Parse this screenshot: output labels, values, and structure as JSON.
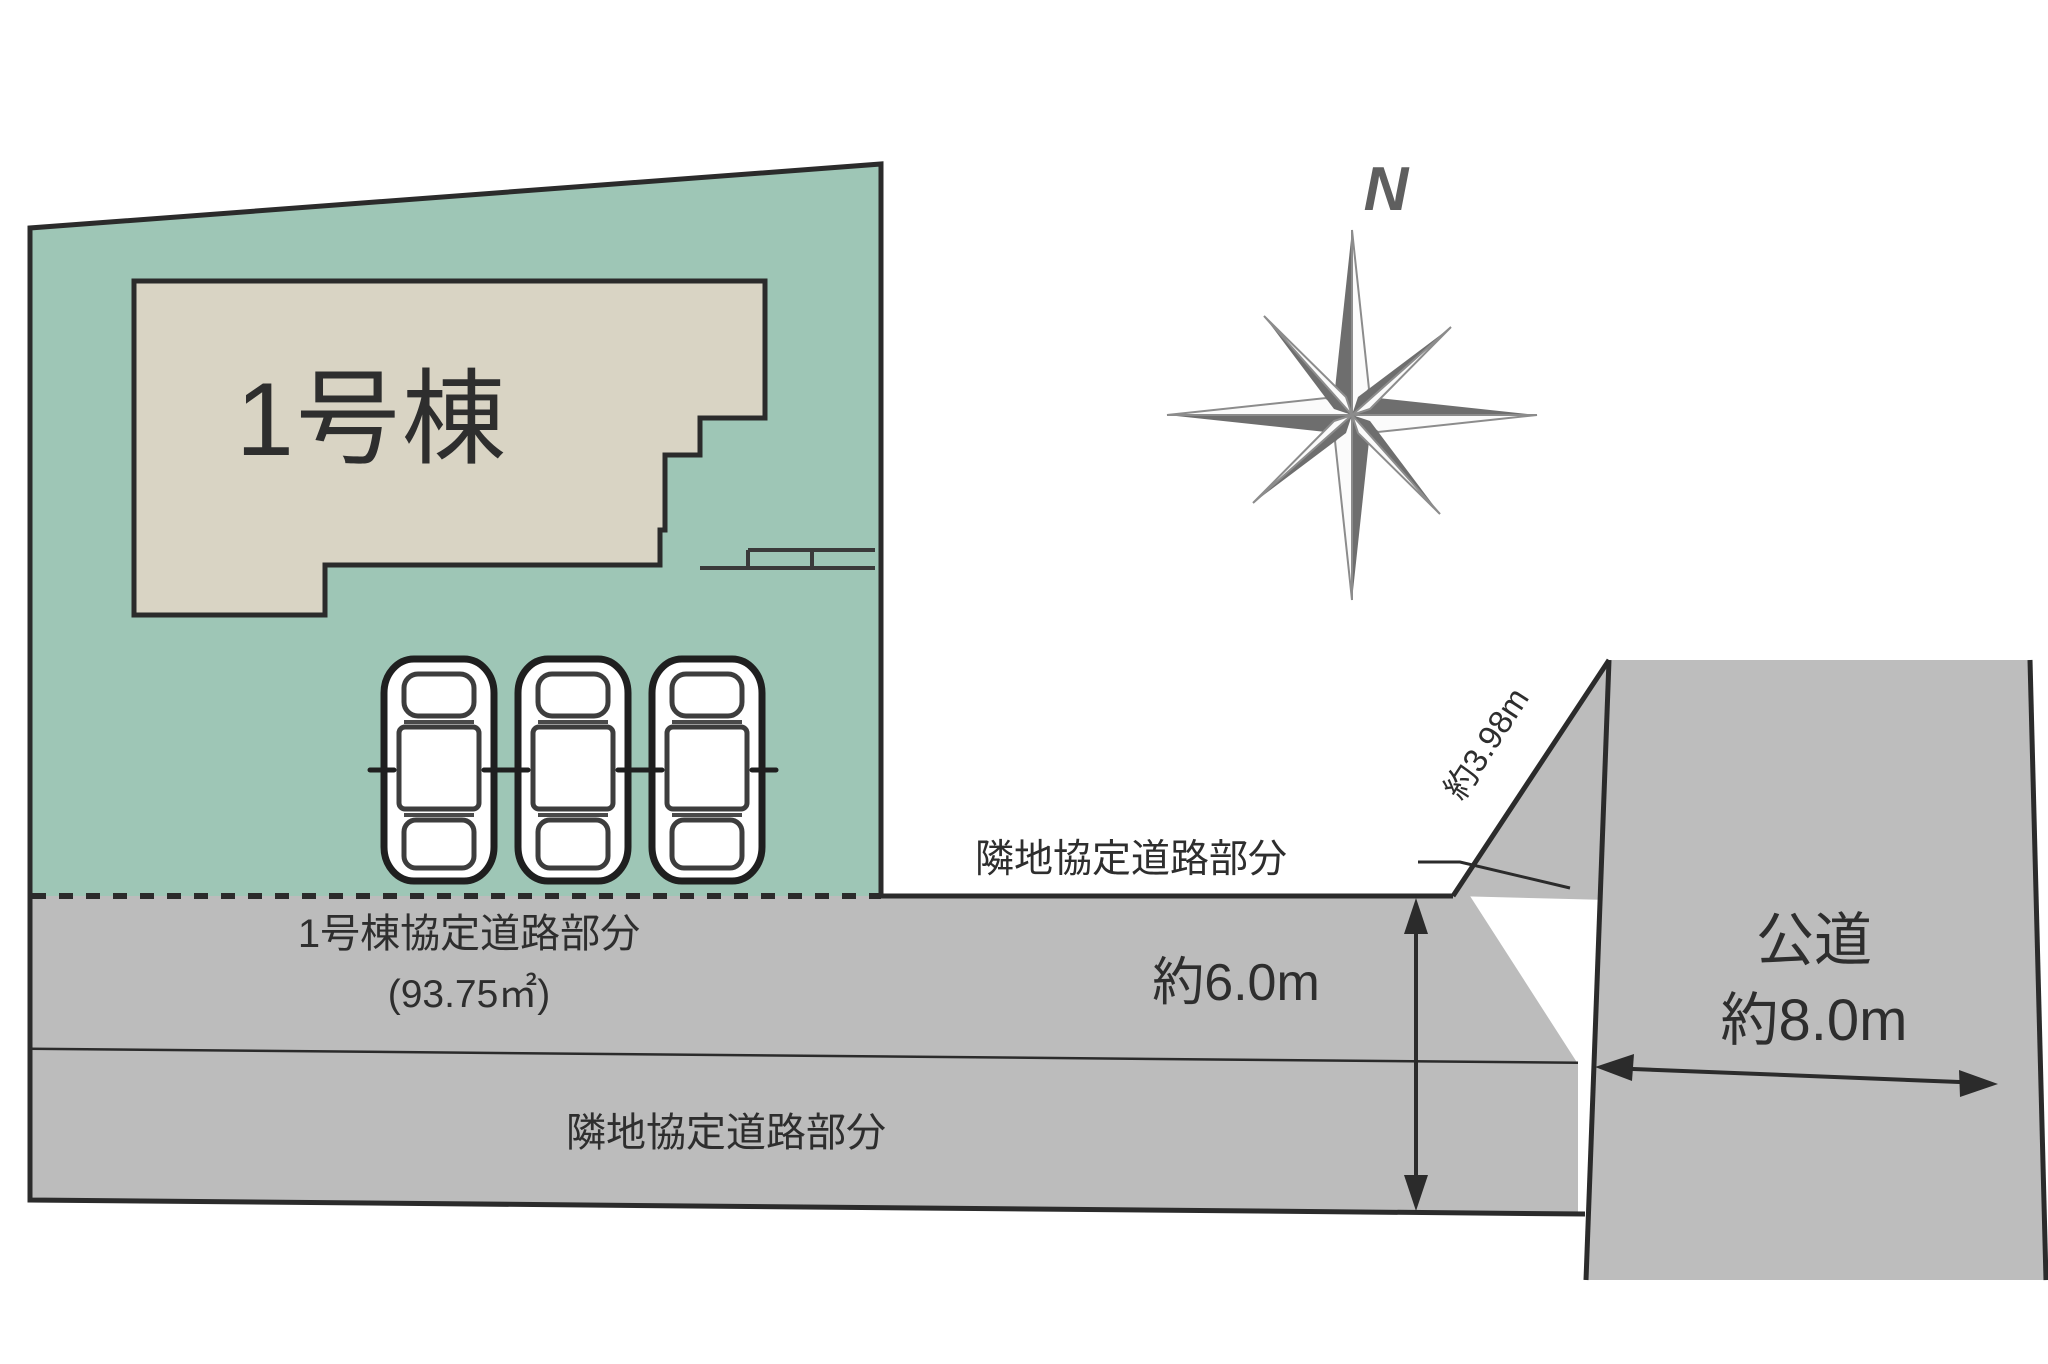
{
  "diagram": {
    "kind": "site-plan",
    "title_visible": false,
    "colors": {
      "lot_green": "#9ec6b6",
      "house_beige": "#d9d4c4",
      "private_road_gray": "#bcbcbc",
      "public_road_gray": "#bdbdbd",
      "outline": "#2b2b2b",
      "compass_gray": "#6e6e6e"
    }
  },
  "house": {
    "label": "1号棟"
  },
  "parking": {
    "stall_count": 3,
    "stalls": [
      {
        "name": "parking-stall-1"
      },
      {
        "name": "parking-stall-2"
      },
      {
        "name": "parking-stall-3"
      }
    ]
  },
  "roads": {
    "private_upper": {
      "label": "1号棟協定道路部分",
      "area": "(93.75㎡)"
    },
    "private_lower": {
      "label": "隣地協定道路部分"
    },
    "neighbor_callout": {
      "label": "隣地協定道路部分"
    },
    "public": {
      "label": "公道",
      "width": "約8.0m"
    }
  },
  "dimensions": {
    "road_depth": "約6.0m",
    "diagonal_frontage": "約3.98m",
    "public_road_width": "約8.0m"
  },
  "compass": {
    "north_label": "N",
    "points": 8
  }
}
